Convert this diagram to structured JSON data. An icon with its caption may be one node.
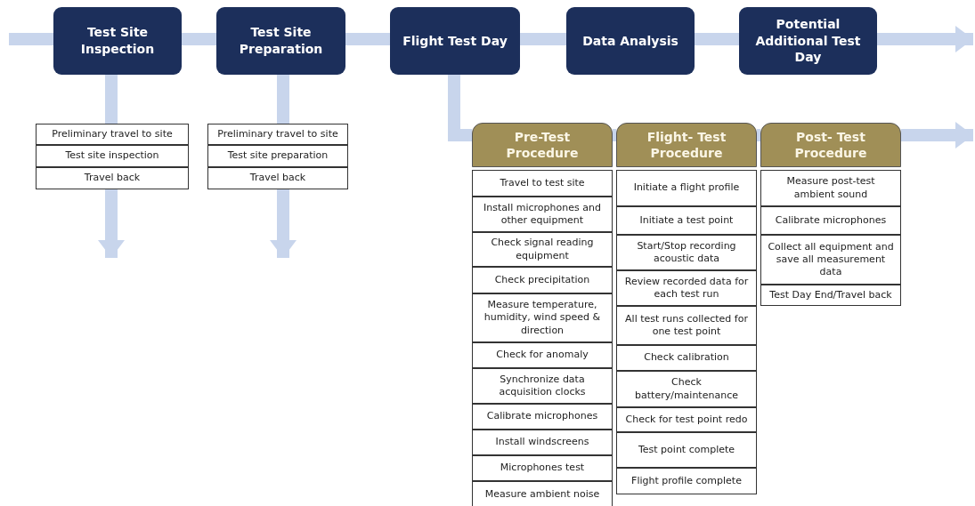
{
  "diagram": {
    "nodes": [
      {
        "text": [
          "Test Site Inspection"
        ]
      },
      {
        "text": [
          "Test Site Preparation"
        ]
      },
      {
        "text": [
          "Flight Test Day"
        ]
      },
      {
        "text": [
          "Data Analysis"
        ]
      },
      {
        "text": [
          "Potential Additional Test Day"
        ]
      },
      {
        "text": [
          "Preliminary travel to site"
        ]
      },
      {
        "text": [
          "Test site inspection"
        ]
      },
      {
        "text": [
          "Travel back"
        ]
      },
      {
        "text": [
          "Preliminary travel to site"
        ]
      },
      {
        "text": [
          "Test site preparation"
        ]
      },
      {
        "text": [
          "Travel back"
        ]
      },
      {
        "text": [
          "Pre-Test Procedure"
        ]
      },
      {
        "text": [
          "Flight- Test Procedure"
        ]
      },
      {
        "text": [
          "Post- Test Procedure"
        ]
      },
      {
        "text": [
          "Travel to test site"
        ]
      },
      {
        "text": [
          "Install microphones and other equipment"
        ]
      },
      {
        "text": [
          "Check signal reading equipment"
        ]
      },
      {
        "text": [
          "Check precipitation"
        ]
      },
      {
        "text": [
          "Measure temperature, humidity, wind speed & direction"
        ]
      },
      {
        "text": [
          "Check for anomaly"
        ]
      },
      {
        "text": [
          "Synchronize data acquisition clocks"
        ]
      },
      {
        "text": [
          "Calibrate microphones"
        ]
      },
      {
        "text": [
          "Install windscreens"
        ]
      },
      {
        "text": [
          "Microphones test"
        ]
      },
      {
        "text": [
          "Measure ambient noise"
        ]
      },
      {
        "text": [
          "Initiate a flight profile"
        ]
      },
      {
        "text": [
          "Initiate a test point"
        ]
      },
      {
        "text": [
          "Start/Stop recording acoustic data"
        ]
      },
      {
        "text": [
          "Review recorded data for each test run"
        ]
      },
      {
        "text": [
          "All test runs collected for one test point"
        ]
      },
      {
        "text": [
          "Check calibration"
        ]
      },
      {
        "text": [
          "Check battery/maintenance"
        ]
      },
      {
        "text": [
          "Check for test point redo"
        ]
      },
      {
        "text": [
          "Test point complete"
        ]
      },
      {
        "text": [
          "Flight profile complete"
        ]
      },
      {
        "text": [
          "Measure post-test ambient sound"
        ]
      },
      {
        "text": [
          "Calibrate microphones"
        ]
      },
      {
        "text": [
          "Collect all equipment and save all measurement data"
        ]
      },
      {
        "text": [
          "Test Day End/Travel back"
        ]
      }
    ],
    "edges": [
      {
        "from": null,
        "to": 0,
        "arrow": "none"
      },
      {
        "from": 0,
        "to": 1,
        "arrow": "none"
      },
      {
        "from": 1,
        "to": 2,
        "arrow": "none"
      },
      {
        "from": 2,
        "to": 3,
        "arrow": "none"
      },
      {
        "from": 3,
        "to": 4,
        "arrow": "none"
      },
      {
        "from": 4,
        "to": null,
        "arrow": "to"
      },
      {
        "from": 0,
        "to": 5,
        "arrow": "none"
      },
      {
        "from": 7,
        "to": null,
        "arrow": "to"
      },
      {
        "from": 1,
        "to": 8,
        "arrow": "none"
      },
      {
        "from": 10,
        "to": null,
        "arrow": "to"
      },
      {
        "from": 2,
        "to": 11,
        "arrow": "none"
      },
      {
        "from": 11,
        "to": 12,
        "arrow": "none"
      },
      {
        "from": 12,
        "to": 13,
        "arrow": "none"
      },
      {
        "from": 13,
        "to": null,
        "arrow": "to"
      }
    ]
  }
}
